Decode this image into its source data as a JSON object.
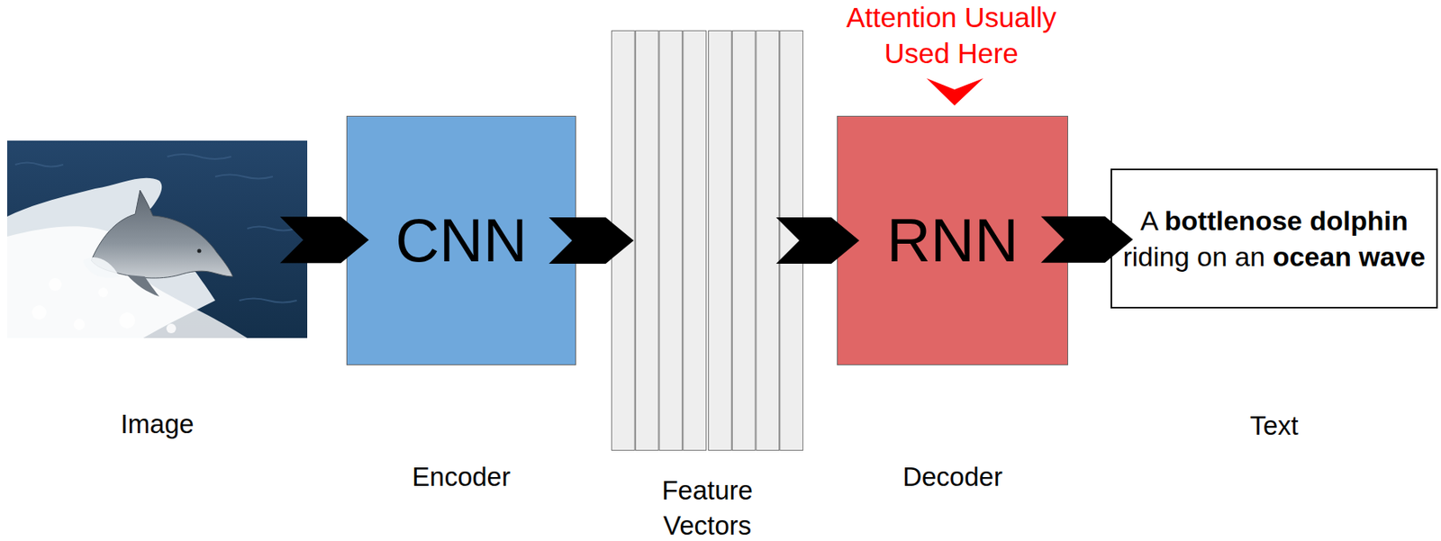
{
  "diagram": {
    "nodes": [
      {
        "text": [
          "Image"
        ]
      },
      {
        "text": [
          "CNN",
          "Encoder"
        ]
      },
      {
        "text": [
          "Feature Vectors"
        ]
      },
      {
        "text": [
          "RNN",
          "Decoder"
        ]
      },
      {
        "text": [
          "A bottlenose dolphin riding on an ocean wave",
          "Text"
        ]
      }
    ],
    "edges": [
      {
        "from": 0,
        "to": 1,
        "arrow": "to"
      },
      {
        "from": 1,
        "to": 2,
        "arrow": "to"
      },
      {
        "from": 2,
        "to": 3,
        "arrow": "to"
      },
      {
        "from": 3,
        "to": 4,
        "arrow": "to"
      }
    ],
    "labels": [
      "Attention Usually Used Here"
    ]
  }
}
